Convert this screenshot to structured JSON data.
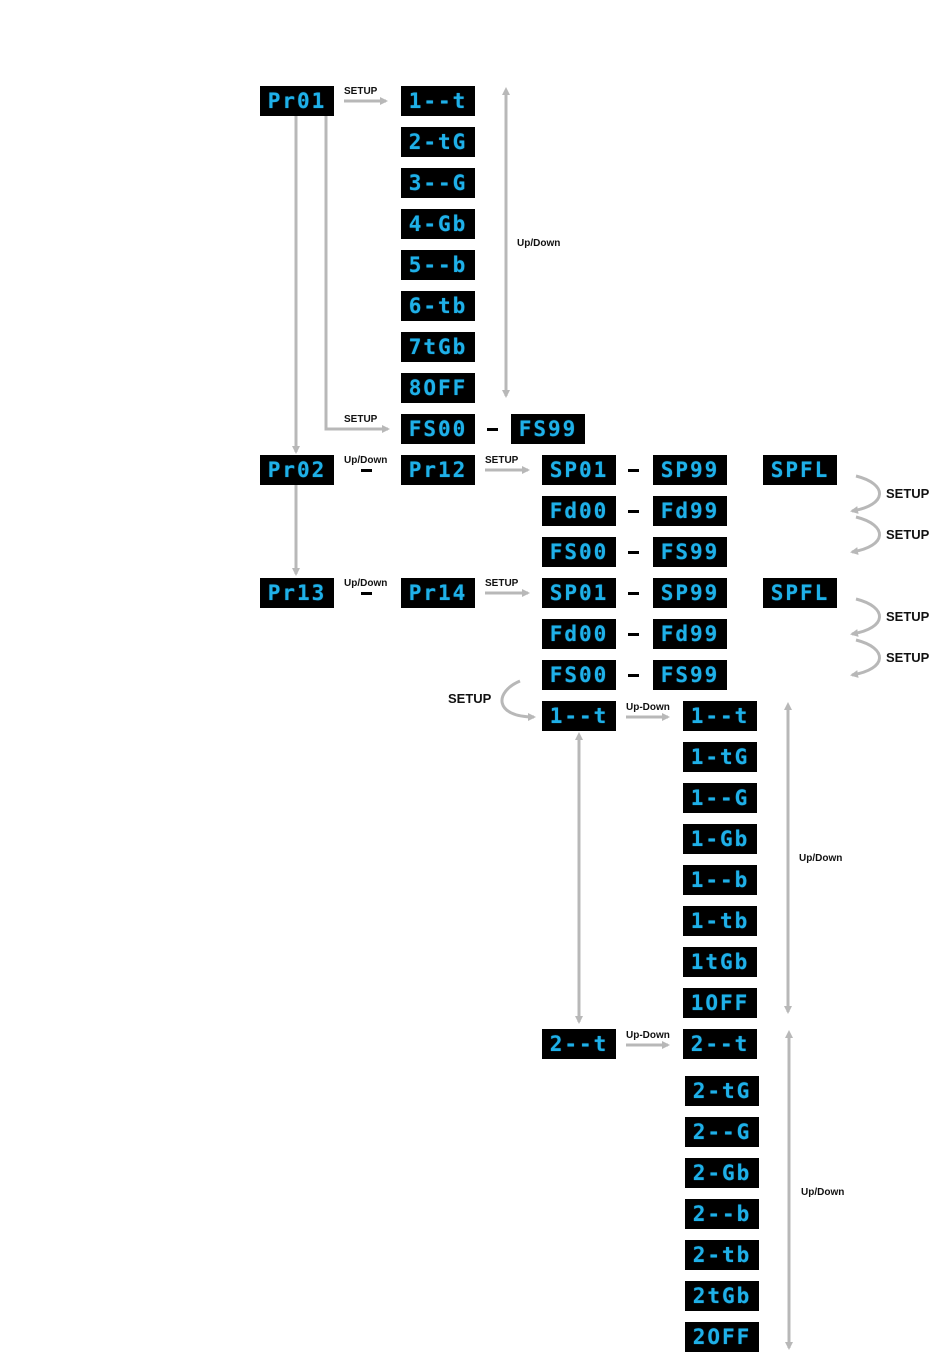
{
  "colors": {
    "display_bg": "#000000",
    "display_text": "#1fb0e8",
    "arrow": "#b8b8b8",
    "label": "#111111"
  },
  "labels": {
    "setup": "SETUP",
    "up_down": "Up/Down",
    "up_dash_down": "Up-Down"
  },
  "programs": {
    "pr01": "Pr01",
    "pr02": "Pr02",
    "pr13": "Pr13",
    "pr12": "Pr12",
    "pr14": "Pr14"
  },
  "pr01_options": [
    "1--t",
    "2-tG",
    "3--G",
    "4-Gb",
    "5--b",
    "6-tb",
    "7tGb",
    "8OFF"
  ],
  "fs_range": {
    "start": "FS00",
    "end": "FS99"
  },
  "pr12_rows": [
    {
      "start": "SP01",
      "end": "SP99",
      "extra": "SPFL"
    },
    {
      "start": "Fd00",
      "end": "Fd99"
    },
    {
      "start": "FS00",
      "end": "FS99"
    }
  ],
  "pr14_rows": [
    {
      "start": "SP01",
      "end": "SP99",
      "extra": "SPFL"
    },
    {
      "start": "Fd00",
      "end": "Fd99"
    },
    {
      "start": "FS00",
      "end": "FS99"
    }
  ],
  "group1_entry": "1--t",
  "group1_options": [
    "1--t",
    "1-tG",
    "1--G",
    "1-Gb",
    "1--b",
    "1-tb",
    "1tGb",
    "1OFF"
  ],
  "group2_entry": "2--t",
  "group2_options": [
    "2--t",
    "2-tG",
    "2--G",
    "2-Gb",
    "2--b",
    "2-tb",
    "2tGb",
    "2OFF"
  ]
}
